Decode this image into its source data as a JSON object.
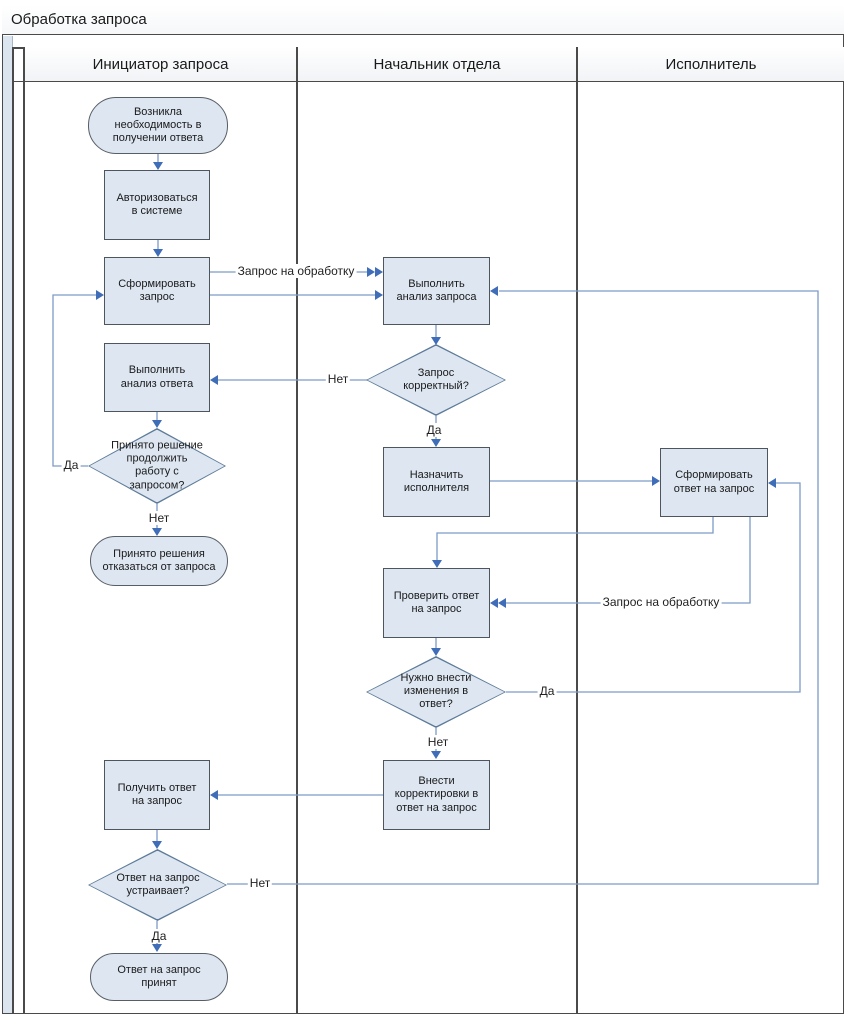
{
  "title": "Обработка запроса",
  "lanes": [
    {
      "label": "Инициатор запроса"
    },
    {
      "label": "Начальник отдела"
    },
    {
      "label": "Исполнитель"
    }
  ],
  "nodes": {
    "start": {
      "type": "start",
      "text": "Возникла\nнеобходимость в\nполучении ответа"
    },
    "authorize": {
      "type": "process",
      "text": "Авторизоваться\nв системе"
    },
    "form_request": {
      "type": "process",
      "text": "Сформировать\nзапрос"
    },
    "analyze_response": {
      "type": "process",
      "text": "Выполнить\nанализ ответа"
    },
    "decision_continue": {
      "type": "decision",
      "text": "Принято решение\nпродолжить\nработу с\nзапросом?"
    },
    "refused": {
      "type": "end",
      "text": "Принято решения\nотказаться от запроса"
    },
    "get_response": {
      "type": "process",
      "text": "Получить ответ\nна запрос"
    },
    "decision_satisfied": {
      "type": "decision",
      "text": "Ответ на запрос\nустраивает?"
    },
    "accepted": {
      "type": "end",
      "text": "Ответ на запрос\nпринят"
    },
    "analyze_request": {
      "type": "process",
      "text": "Выполнить\nанализ запроса"
    },
    "decision_correct": {
      "type": "decision",
      "text": "Запрос\nкорректный?"
    },
    "assign_executor": {
      "type": "process",
      "text": "Назначить\nисполнителя"
    },
    "check_response": {
      "type": "process",
      "text": "Проверить ответ\nна запрос"
    },
    "decision_changes": {
      "type": "decision",
      "text": "Нужно внести\nизменения в\nответ?"
    },
    "make_corrections": {
      "type": "process",
      "text": "Внести\nкорректировки в\nответ на запрос"
    },
    "form_answer": {
      "type": "process",
      "text": "Сформировать\nответ на запрос"
    }
  },
  "edge_labels": {
    "form_to_analyze": "Запрос на обработку",
    "answer_to_check": "Запрос на обработку",
    "correct_no": "Нет",
    "correct_yes": "Да",
    "continue_yes": "Да",
    "continue_no": "Нет",
    "changes_yes": "Да",
    "changes_no": "Нет",
    "satisfied_yes": "Да",
    "satisfied_no": "Нет"
  },
  "colors": {
    "shape_fill": "#dde6f1",
    "process_border": "#4d565e",
    "decision_border": "#5d7b99",
    "connector_line": "#7d9cc8",
    "arrowhead": "#3f6db8",
    "frame_line": "#4a4a4a",
    "phase_bar": "#dbe5ef"
  }
}
